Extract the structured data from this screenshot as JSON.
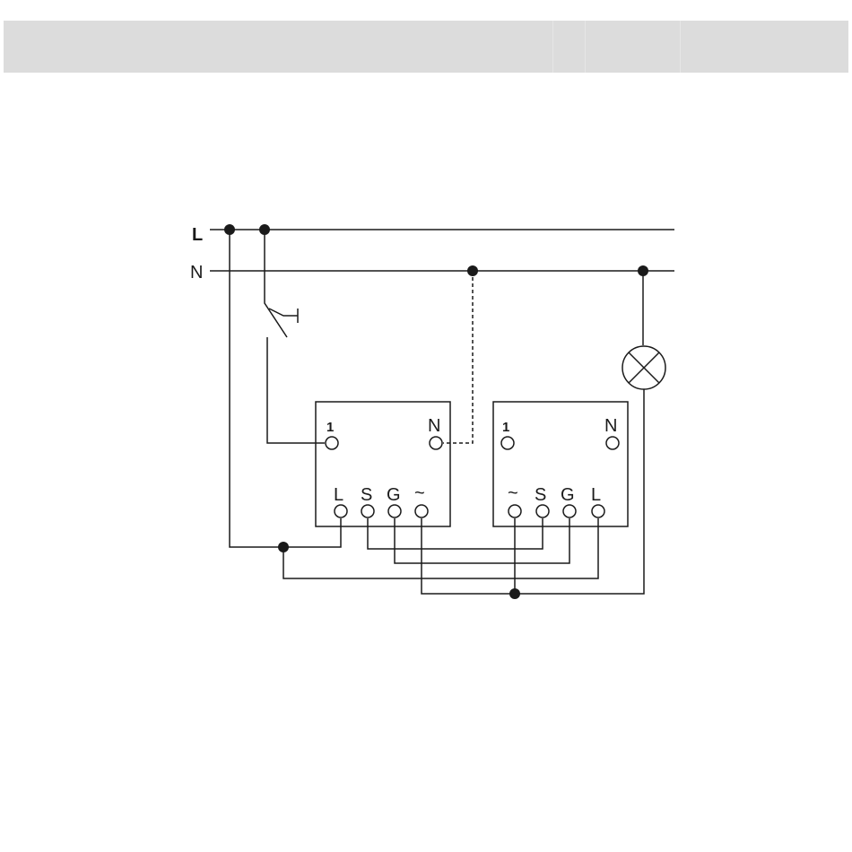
{
  "header": {
    "segments": 3
  },
  "supply": {
    "line_label": "L",
    "neutral_label": "N"
  },
  "unit_left": {
    "top_terminals": [
      "1",
      "N"
    ],
    "bottom_terminals": [
      "L",
      "S",
      "G",
      "~"
    ]
  },
  "unit_right": {
    "top_terminals": [
      "1",
      "N"
    ],
    "bottom_terminals": [
      "~",
      "S",
      "G",
      "L"
    ]
  },
  "icons": {
    "lamp": "lamp-icon",
    "pushbutton": "pushbutton-icon"
  },
  "colors": {
    "header": "#dcdcdc",
    "line": "#1a1a1a"
  }
}
